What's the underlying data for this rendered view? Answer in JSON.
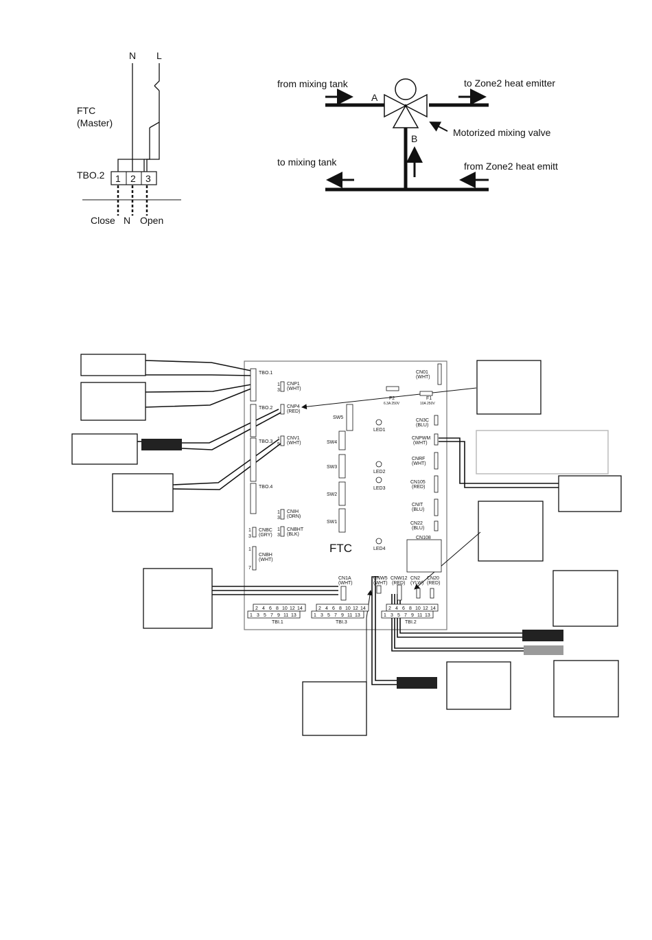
{
  "wiring_top": {
    "wire_labels": {
      "n": "N",
      "l": "L"
    },
    "controller_label_line1": "FTC",
    "controller_label_line2": "(Master)",
    "terminal_block": "TBO.2",
    "terminals": [
      "1",
      "2",
      "3"
    ],
    "bottom_labels": {
      "close": "Close",
      "n": "N",
      "open": "Open"
    }
  },
  "valve_diagram": {
    "from_mixing_tank": "from mixing tank",
    "to_zone2": "to Zone2 heat emitter",
    "port_a": "A",
    "port_b": "B",
    "valve_name": "Motorized mixing valve",
    "to_mixing_tank": "to mixing tank",
    "from_zone2": "from Zone2 heat emitt"
  },
  "board": {
    "title": "FTC",
    "tbo1": "TBO.1",
    "tbo2": "TBO.2",
    "tbo3": "TBO.3",
    "tbo4": "TBO.4",
    "cnp1": [
      "CNP1",
      "(WHT)"
    ],
    "cnp4": [
      "CNP4",
      "(RED)"
    ],
    "cnv1": [
      "CNV1",
      "(WHT)"
    ],
    "cnih": [
      "CNIH",
      "(ORN)"
    ],
    "cnbht": [
      "CNBHT",
      "(BLK)"
    ],
    "cnbc": [
      "CNBC",
      "(GRY)"
    ],
    "cnbh": [
      "CNBH",
      "(WHT)"
    ],
    "cn01": [
      "CN01",
      "(WHT)"
    ],
    "cn3c": [
      "CN3C",
      "(BLU)"
    ],
    "cnpwm": [
      "CNPWM",
      "(WHT)"
    ],
    "cnrf": [
      "CNRF",
      "(WHT)"
    ],
    "cn105": [
      "CN105",
      "(RED)"
    ],
    "cnit": [
      "CNIT",
      "(BLU)"
    ],
    "cn22": [
      "CN22",
      "(BLU)"
    ],
    "cn108": "CN108",
    "cn1a": [
      "CN1A",
      "(WHT)"
    ],
    "cnw5": [
      "CNW5",
      "(WHT)"
    ],
    "cnw12": [
      "CNW12",
      "(RED)"
    ],
    "cn2x": [
      "CN2",
      "(YLW)"
    ],
    "cn20": [
      "CN20",
      "(RED)"
    ],
    "f2": [
      "F2",
      "6.3A 250V"
    ],
    "f1": [
      "F1",
      "10A 250V"
    ],
    "switches": [
      "SW5",
      "SW4",
      "SW3",
      "SW2",
      "SW1"
    ],
    "leds": [
      "LED1",
      "LED2",
      "LED3",
      "LED4"
    ],
    "tbi1": "TBI.1",
    "tbi3": "TBI.3",
    "tbi2": "TBI.2",
    "tbi_top_row": [
      "2",
      "4",
      "6",
      "8",
      "10",
      "12",
      "14"
    ],
    "tbi_bottom_row": [
      "1",
      "3",
      "5",
      "7",
      "9",
      "11",
      "13"
    ],
    "pin_first": "1",
    "pin_three": "3",
    "pin_four": "4",
    "pin_five": "5",
    "pin_seven": "7",
    "pin_eight": "8",
    "pin_six": "6",
    "pin_two": "2"
  },
  "colors": {
    "line": "#111111",
    "cable_black": "#222222",
    "cable_grey": "#9a9a9a",
    "note_border": "#bbbbbb",
    "board_border": "#777777"
  }
}
